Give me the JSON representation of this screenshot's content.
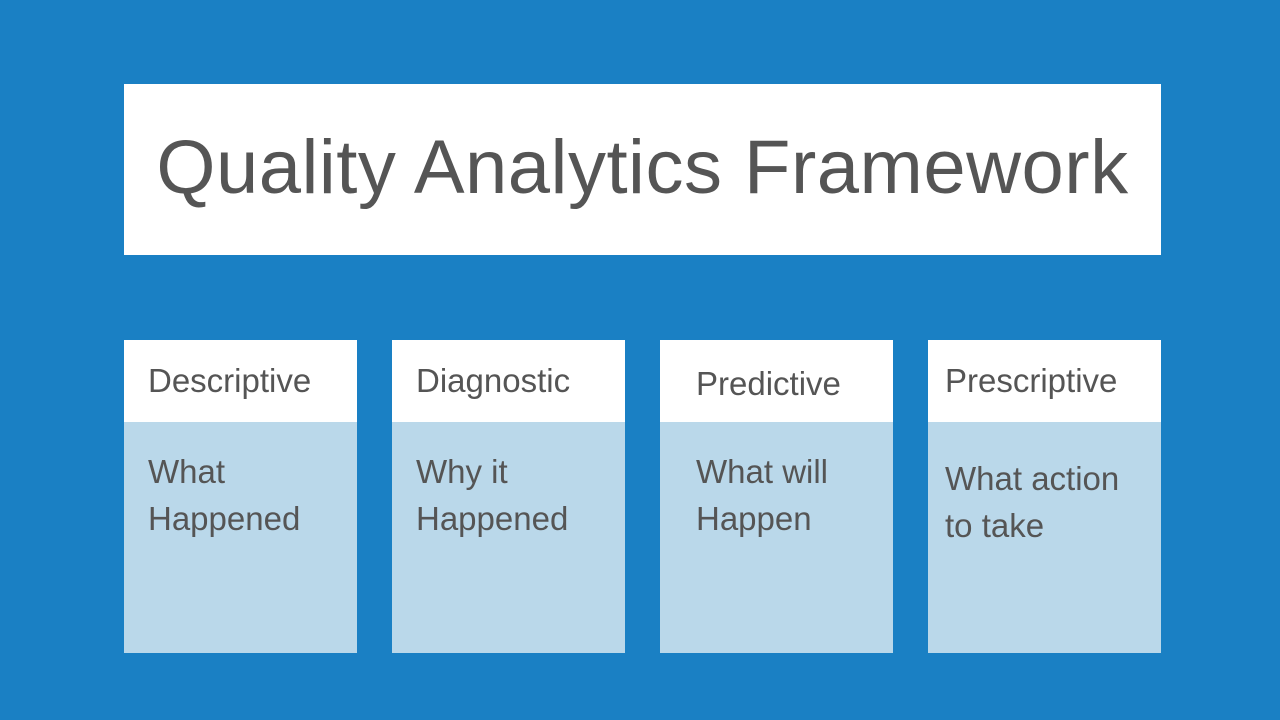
{
  "slide": {
    "background_color": "#1a80c4",
    "title": "Quality Analytics Framework",
    "title_banner_color": "#ffffff",
    "text_color": "#555555",
    "card_header_color": "#ffffff",
    "card_body_color": "#bad8ea"
  },
  "cards": [
    {
      "header": "Descriptive",
      "body": "What\nHappened"
    },
    {
      "header": "Diagnostic",
      "body": "Why it\nHappened"
    },
    {
      "header": "Predictive",
      "body": "What will\nHappen"
    },
    {
      "header": "Prescriptive",
      "body": "What action\nto take"
    }
  ]
}
